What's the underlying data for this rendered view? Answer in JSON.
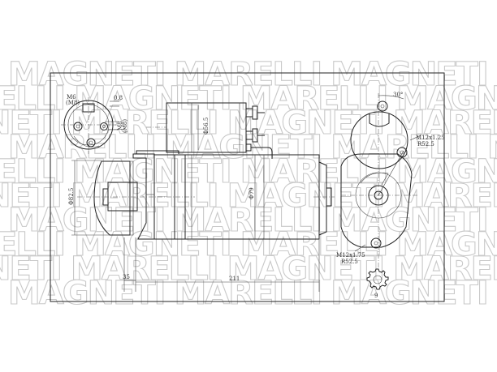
{
  "watermark": {
    "brand": "MAGNETI MARELLI",
    "rows": [
      "MAGNETI MARELLI MAGNETI MARELLI",
      "ELLI MAGNETI MARELLI MAGNETI MAR",
      "NETI MARELLI MAGNETI MARELLI MAG",
      "MARELLI MAGNETI MARELLI MAGNETI",
      "ELLI MAGNETI MARELLI MAGNETI MAR",
      "NETI MARELLI MAGNETI MARELLI MAG",
      "MAGNETI MARELLI MAGNETI MARELLI",
      "ELLI MAGNETI MARELLI MAGNETI MAR",
      "NETI MARELLI MAGNETI MARELLI MAG",
      "MAGNETI MARELLI MAGNETI MARELLI"
    ]
  },
  "dimensions": {
    "terminal_m6": "M6",
    "terminal_m6_alt": "(M8)",
    "terminal_0_8": "0.8",
    "terminal_m8": "M8",
    "terminal_m8_alt": "(M8)",
    "solenoid_diameter": "Φ56.5",
    "motor_diameter": "Φ79",
    "flange_diameter": "Φ82.5",
    "pinion_offset": "35",
    "overall_length": "211",
    "angle": "30°",
    "top_bolt": "M12x1.25",
    "top_bolt_radius": "R52.5",
    "bottom_bolt": "M12x1.75",
    "bottom_bolt_radius": "R52.5",
    "pinion_teeth": "9"
  }
}
